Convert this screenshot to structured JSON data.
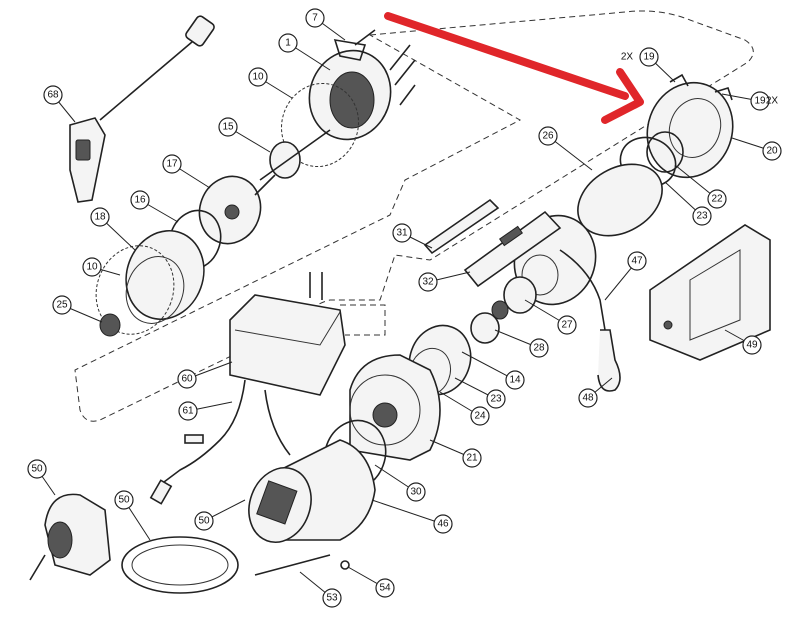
{
  "diagram": {
    "title": "Winch exploded parts diagram",
    "highlight_color": "#e0262a",
    "callouts": [
      {
        "label": "7"
      },
      {
        "label": "1"
      },
      {
        "label": "10"
      },
      {
        "label": "15"
      },
      {
        "label": "17"
      },
      {
        "label": "16"
      },
      {
        "label": "18"
      },
      {
        "label": "10"
      },
      {
        "label": "25"
      },
      {
        "label": "68"
      },
      {
        "label": "19",
        "qty": "2X"
      },
      {
        "label": "19",
        "qty": "2X"
      },
      {
        "label": "20"
      },
      {
        "label": "26"
      },
      {
        "label": "22"
      },
      {
        "label": "23"
      },
      {
        "label": "31"
      },
      {
        "label": "32"
      },
      {
        "label": "47"
      },
      {
        "label": "27"
      },
      {
        "label": "28"
      },
      {
        "label": "14"
      },
      {
        "label": "23"
      },
      {
        "label": "24"
      },
      {
        "label": "21"
      },
      {
        "label": "60"
      },
      {
        "label": "61"
      },
      {
        "label": "50"
      },
      {
        "label": "50"
      },
      {
        "label": "50"
      },
      {
        "label": "46"
      },
      {
        "label": "30"
      },
      {
        "label": "49"
      },
      {
        "label": "48"
      },
      {
        "label": "53"
      },
      {
        "label": "54"
      }
    ]
  }
}
